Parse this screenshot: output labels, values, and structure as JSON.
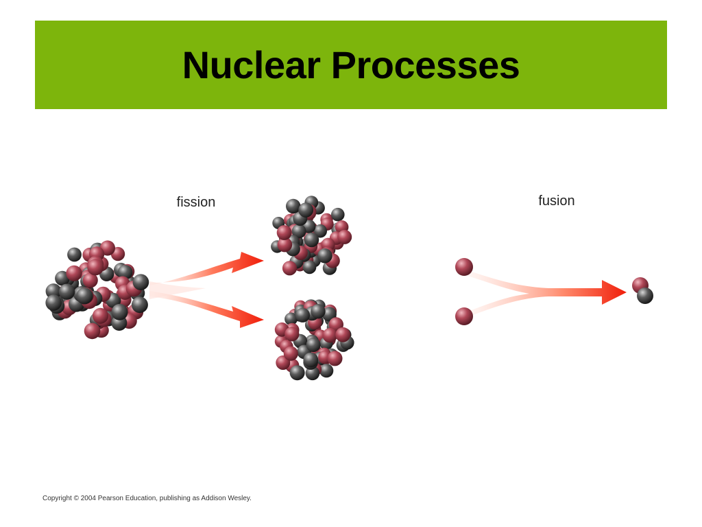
{
  "slide": {
    "title": "Nuclear Processes",
    "copyright": "Copyright © 2004 Pearson Education, publishing as Addison Wesley."
  },
  "diagram": {
    "fission": {
      "label": "fission"
    },
    "fusion": {
      "label": "fusion"
    }
  },
  "colors": {
    "title_bar": "#7db50c",
    "proton": "#a8404f",
    "neutron": "#4a4a4a",
    "arrow": "#f02810"
  }
}
